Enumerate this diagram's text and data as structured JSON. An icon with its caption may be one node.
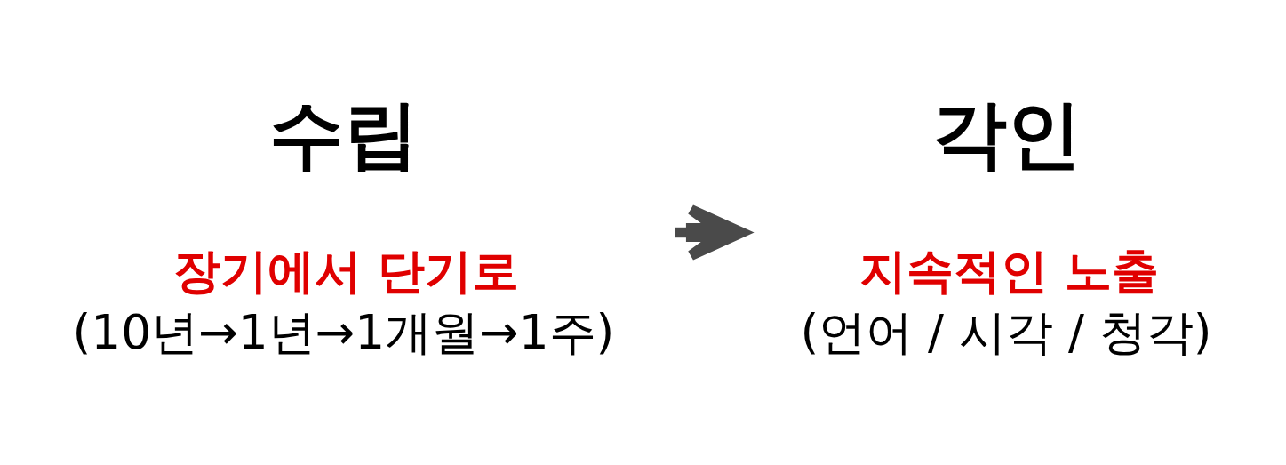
{
  "diagram": {
    "nodes": [
      {
        "text": [
          "수립",
          "장기에서 단기로",
          "(10년→1년→1개월→1주)"
        ]
      },
      {
        "text": [
          "각인",
          "지속적인 노출",
          "(언어 / 시각 / 청각)"
        ]
      }
    ],
    "edges": [
      {
        "from": 0,
        "to": 1,
        "arrow": "to",
        "color": "#4a4a4a"
      }
    ]
  }
}
